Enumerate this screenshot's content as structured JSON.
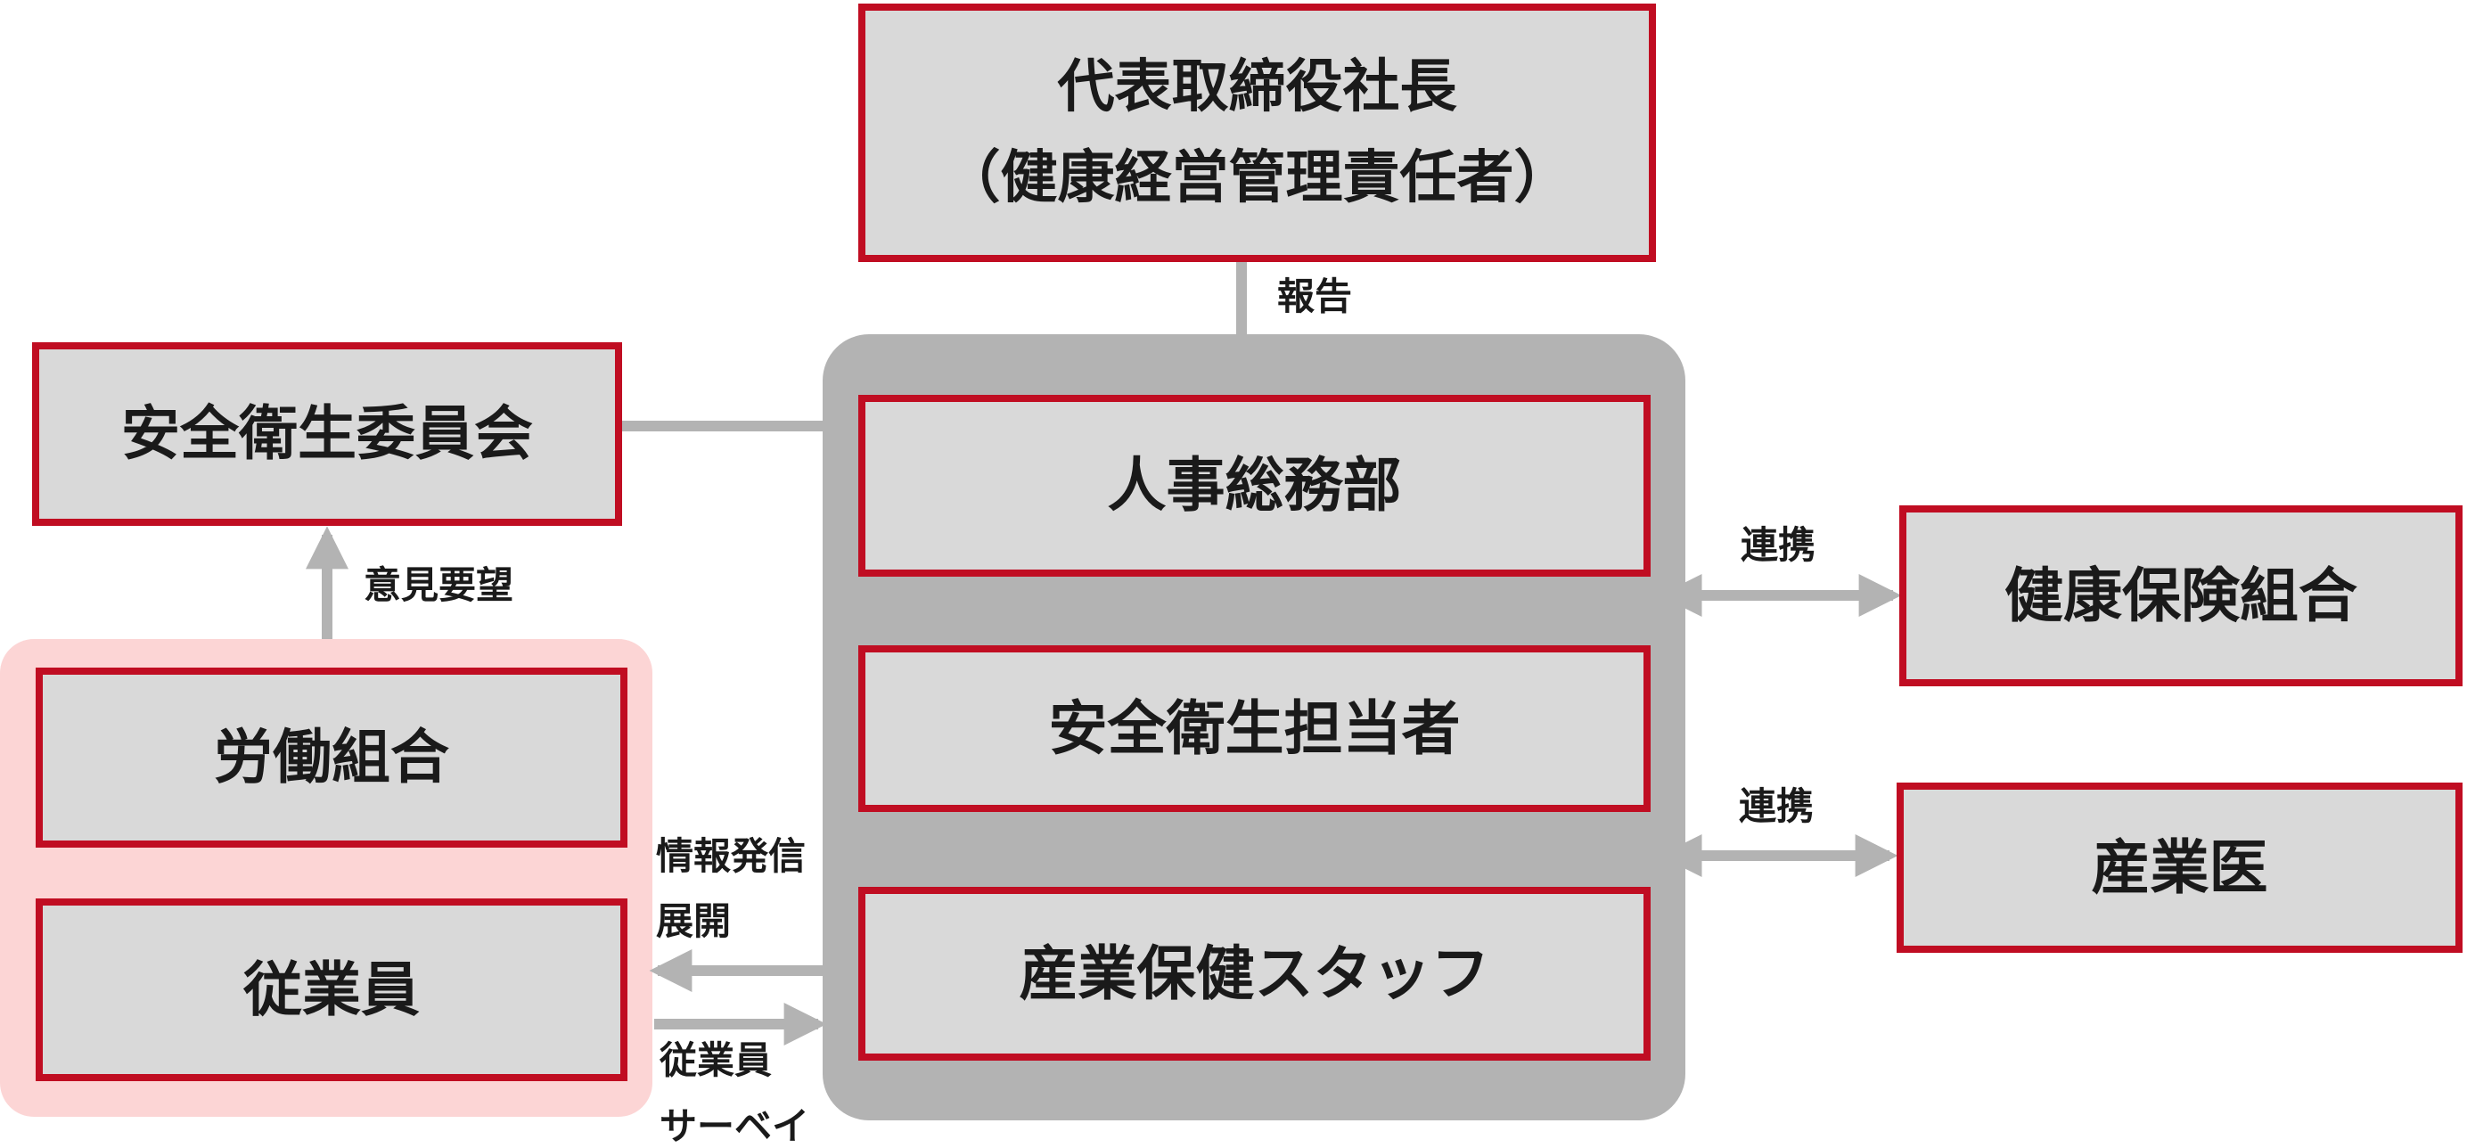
{
  "nodes": {
    "ceo": {
      "lines": [
        "代表取締役社長",
        "（健康経営管理責任者）"
      ]
    },
    "safety_committee": {
      "label": "安全衛生委員会"
    },
    "hr_general_affairs": {
      "label": "人事総務部"
    },
    "safety_officer": {
      "label": "安全衛生担当者"
    },
    "health_staff": {
      "label": "産業保健スタッフ"
    },
    "labor_union": {
      "label": "労働組合"
    },
    "employees": {
      "label": "従業員"
    },
    "health_insurance_union": {
      "label": "健康保険組合"
    },
    "industrial_doctor": {
      "label": "産業医"
    }
  },
  "edges": {
    "report": {
      "label": "報告"
    },
    "opinion_request": {
      "label": "意見要望"
    },
    "link_insurance": {
      "label": "連携"
    },
    "link_doctor": {
      "label": "連携"
    },
    "info_dissemination": {
      "lines": [
        "情報発信",
        "展開"
      ]
    },
    "employee_survey": {
      "lines": [
        "従業員",
        "サーベイ"
      ]
    }
  },
  "colors": {
    "box_fill": "#d9d9d9",
    "box_border": "#c00d22",
    "center_panel": "#b3b3b3",
    "employee_panel": "#fcd5d5",
    "connector": "#b3b3b3",
    "text": "#1a1a1a"
  }
}
